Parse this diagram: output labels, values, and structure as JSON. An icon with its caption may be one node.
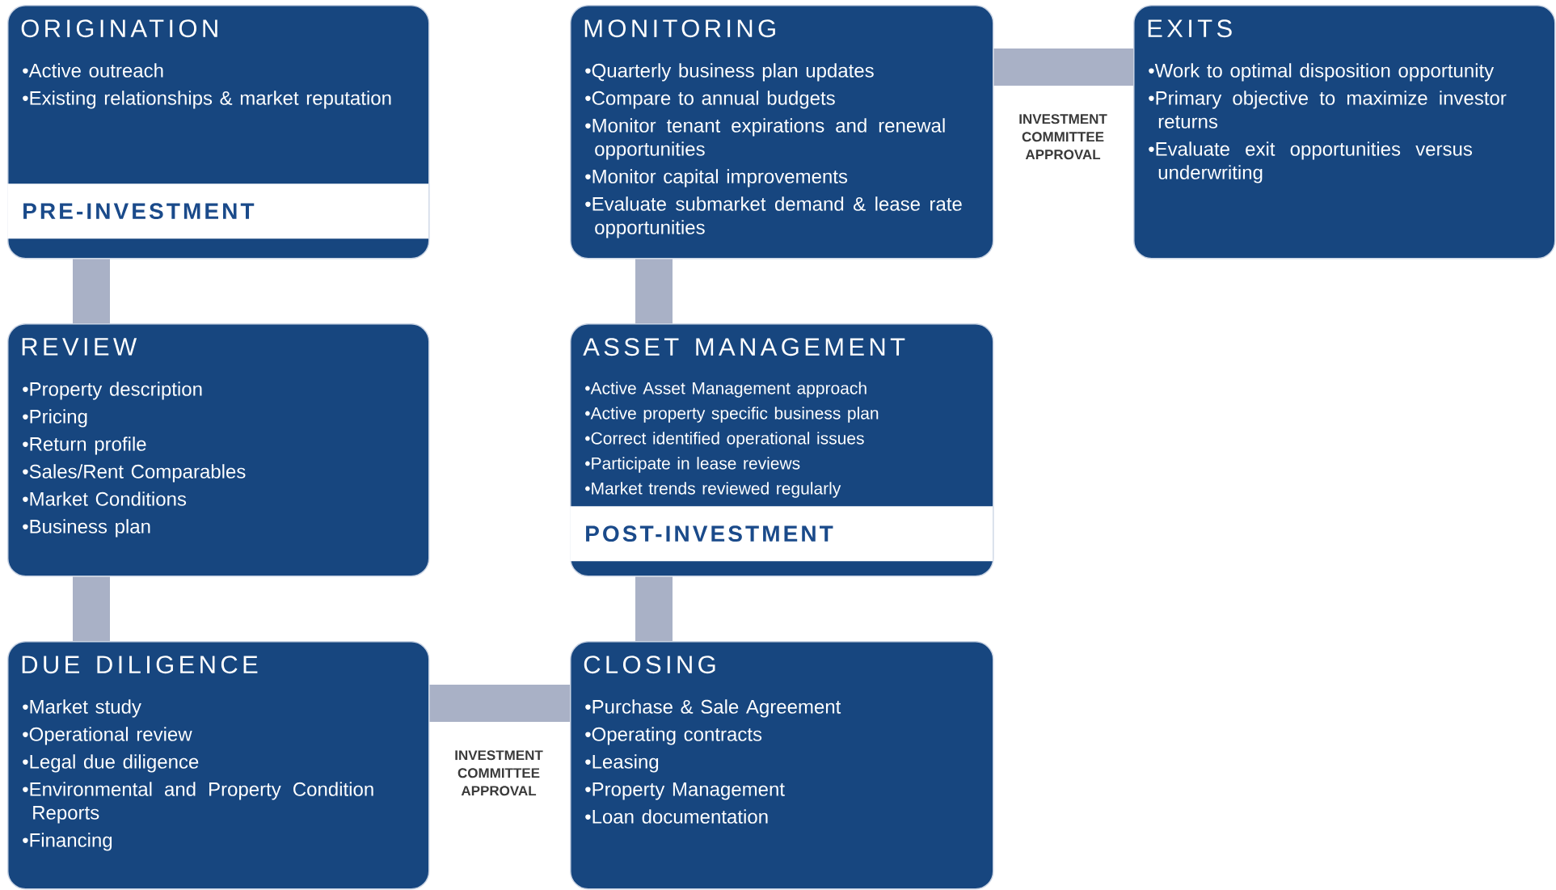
{
  "diagram": {
    "nodes": [
      {
        "text": [
          "ORIGINATION",
          "•Active outreach",
          "•Existing relationships & market reputation"
        ]
      },
      {
        "text": [
          "PRE-INVESTMENT"
        ],
        "in": 0
      },
      {
        "text": [
          "REVIEW",
          "•Property description",
          "•Pricing",
          "•Return profile",
          "•Sales/Rent Comparables",
          "•Market Conditions",
          "•Business plan"
        ]
      },
      {
        "text": [
          "DUE DILIGENCE",
          "•Market study",
          "•Operational review",
          "•Legal due diligence",
          "•Environmental and Property Condition Reports",
          "•Financing"
        ]
      },
      {
        "text": [
          "MONITORING",
          "•Quarterly business plan updates",
          "•Compare to annual budgets",
          "•Monitor tenant expirations and renewal opportunities",
          "•Monitor capital improvements",
          "•Evaluate submarket demand & lease rate opportunities"
        ]
      },
      {
        "text": [
          "ASSET MANAGEMENT",
          "•Active Asset Management approach",
          "•Active property specific business plan",
          "•Correct identified operational issues",
          "•Participate in lease reviews",
          "•Market trends reviewed regularly"
        ]
      },
      {
        "text": [
          "POST-INVESTMENT"
        ],
        "in": 5
      },
      {
        "text": [
          "CLOSING",
          "•Purchase & Sale Agreement",
          "•Operating contracts",
          "•Leasing",
          "•Property Management",
          "•Loan documentation"
        ]
      },
      {
        "text": [
          "EXITS",
          "•Work to optimal disposition opportunity",
          "•Primary objective to maximize investor returns",
          "•Evaluate exit opportunities versus underwriting"
        ]
      }
    ],
    "edges": [
      {
        "from": 0,
        "to": 2,
        "arrow": "none"
      },
      {
        "from": 2,
        "to": 3,
        "arrow": "none"
      },
      {
        "from": 3,
        "to": 7,
        "arrow": "none",
        "label": "INVESTMENT COMMITTEE APPROVAL"
      },
      {
        "from": 7,
        "to": 5,
        "arrow": "none"
      },
      {
        "from": 5,
        "to": 4,
        "arrow": "none"
      },
      {
        "from": 4,
        "to": 8,
        "arrow": "none",
        "label": "INVESTMENT COMMITTEE APPROVAL"
      }
    ]
  }
}
